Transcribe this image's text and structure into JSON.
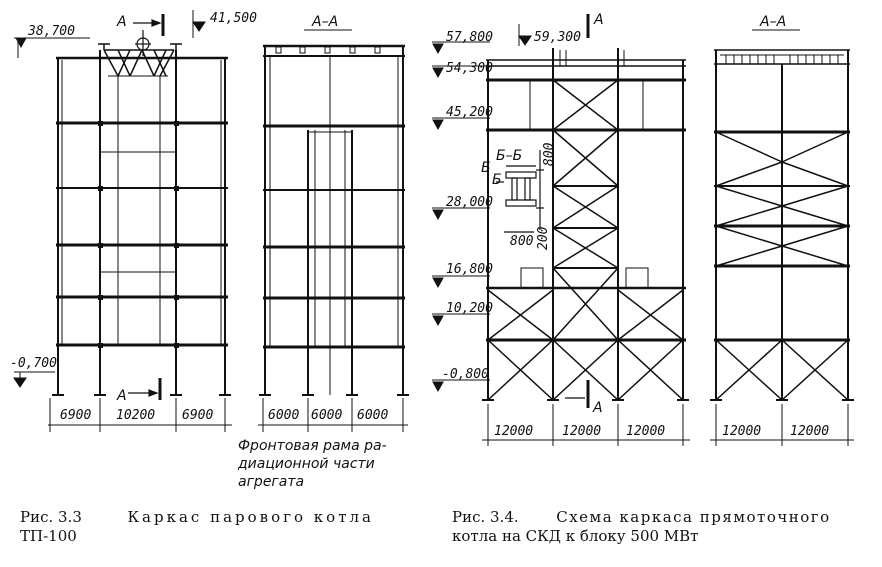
{
  "fig33": {
    "elevations": [
      "38,700",
      "-0,700"
    ],
    "top_mark": "41,500",
    "section_mark": "A",
    "dims": [
      "6900",
      "10200",
      "6900"
    ],
    "section_title": "A–A",
    "section_dims": [
      "6000",
      "6000",
      "6000"
    ],
    "note": [
      "Фронтовая рама ра-",
      "диационной части",
      "агрегата"
    ],
    "caption_num": "Рис. 3.3",
    "caption_title": "Каркас парового котла",
    "caption_line2": "ТП-100"
  },
  "fig34": {
    "elevations": [
      "57,800",
      "54,300",
      "45,200",
      "28,000",
      "16,800",
      "10,200",
      "-0,800"
    ],
    "top_mark": "59,300",
    "section_mark": "A",
    "detail_title": "Б–Б",
    "detail_mark": "Б",
    "detail_dims": [
      "800",
      "200",
      "800"
    ],
    "dims": [
      "12000",
      "12000",
      "12000"
    ],
    "section_title": "A–A",
    "section_dims": [
      "12000",
      "12000"
    ],
    "caption_num": "Рис. 3.4.",
    "caption_title": "Схема каркаса прямоточного",
    "caption_line2": "котла на СКД к блоку 500 МВт"
  }
}
